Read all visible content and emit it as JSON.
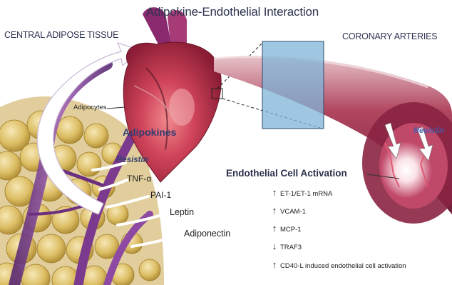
{
  "title": "Adipokine-Endothelial Interaction",
  "left_header": "CENTRAL ADIPOSE TISSUE",
  "right_header": "CORONARY ARTERIES",
  "adipocytes_label": "Adipocytes",
  "adipokines_label": "Adipokines",
  "resistin_label": "Resistin",
  "tnf_label": "TNF-α",
  "pai_label": "PAI-1",
  "leptin_label": "Leptin",
  "adiponectin_label": "Adiponectin",
  "artery_resistin_label": "Resistin",
  "endothelial_activation_label": "Endothelial Cell Activation",
  "markers": [
    {
      "arrow": "↑",
      "text": "ET-1/ET-1 mRNA"
    },
    {
      "arrow": "↑",
      "text": "VCAM-1"
    },
    {
      "arrow": "↑",
      "text": "MCP-1"
    },
    {
      "arrow": "↓",
      "text": "TRAF3"
    },
    {
      "arrow": "↑",
      "text": "CD40-L induced endothelial cell activation"
    }
  ],
  "colors": {
    "fat": "#d9b75a",
    "vessel": "#7b3a8e",
    "heart": "#c83a4c",
    "artery": "#9e2b4a",
    "zoom_box": "#7fb4d8"
  }
}
